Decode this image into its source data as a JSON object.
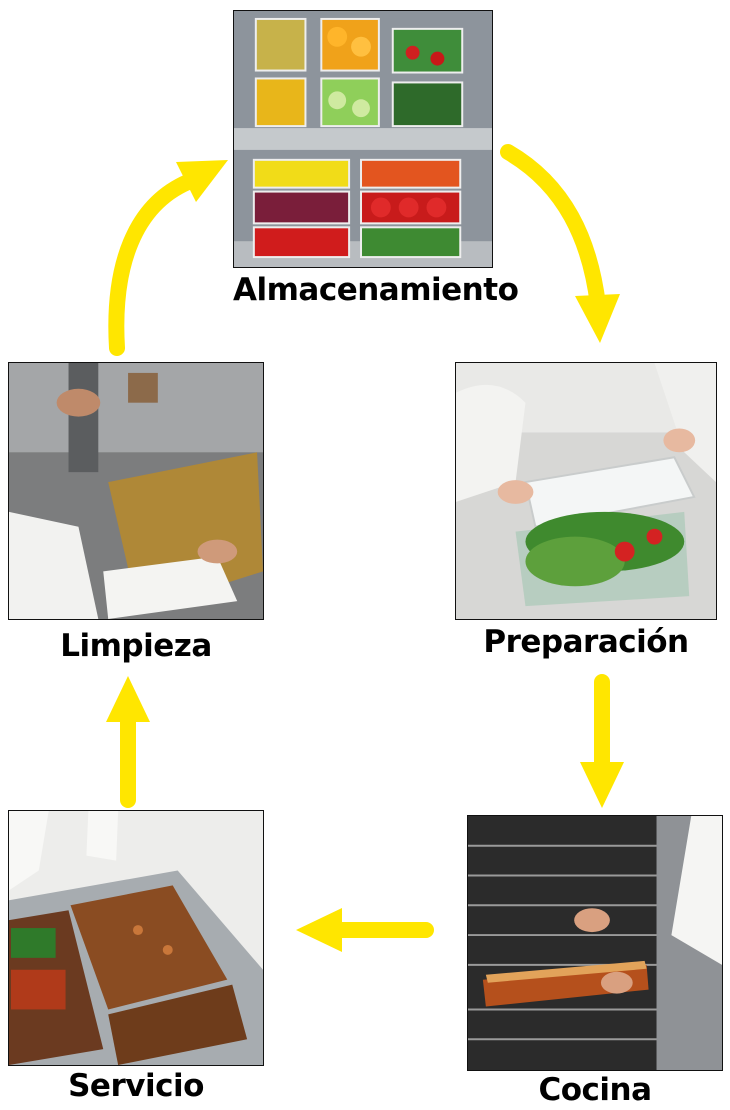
{
  "diagram": {
    "type": "cycle",
    "stages": [
      {
        "id": "storage",
        "label": "Almacenamiento"
      },
      {
        "id": "prep",
        "label": "Preparación"
      },
      {
        "id": "cooking",
        "label": "Cocina"
      },
      {
        "id": "service",
        "label": "Servicio"
      },
      {
        "id": "cleaning",
        "label": "Limpieza"
      }
    ],
    "flow": [
      [
        "Almacenamiento",
        "Preparación"
      ],
      [
        "Preparación",
        "Cocina"
      ],
      [
        "Cocina",
        "Servicio"
      ],
      [
        "Servicio",
        "Limpieza"
      ],
      [
        "Limpieza",
        "Almacenamiento"
      ]
    ],
    "colors": {
      "arrow": "#FFE600",
      "text": "#000000",
      "border": "#111111"
    }
  }
}
